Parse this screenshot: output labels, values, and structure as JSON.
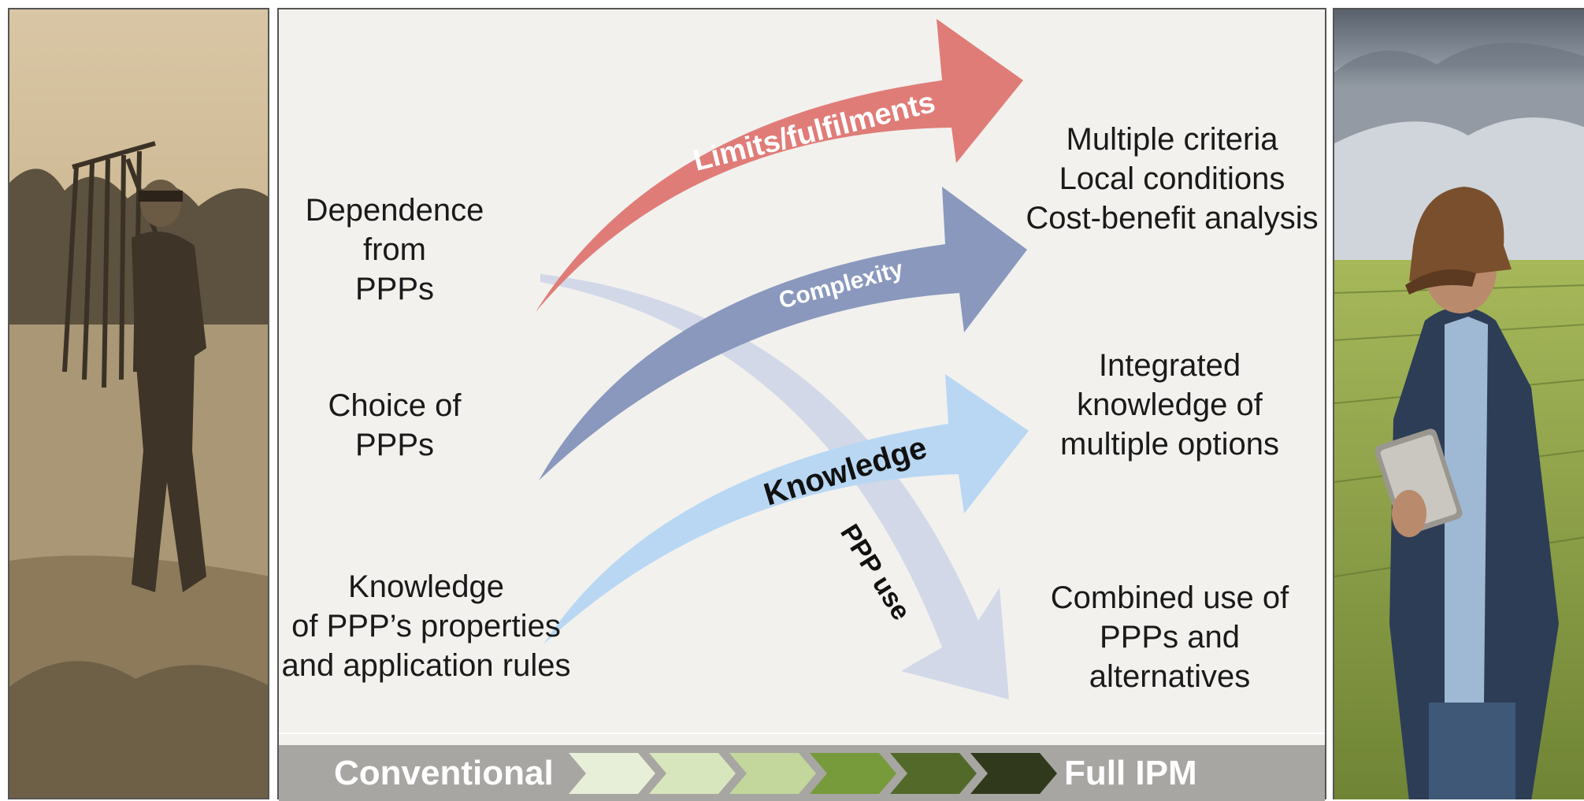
{
  "left_labels": {
    "dependence": "Dependence from\nPPPs",
    "choice": "Choice of\nPPPs",
    "knowledge": "Knowledge\nof PPP’s properties\nand application rules"
  },
  "right_labels": {
    "criteria": "Multiple criteria\nLocal conditions\nCost-benefit analysis",
    "integrated": "Integrated\nknowledge of\nmultiple options",
    "combined": "Combined use of\nPPPs and\nalternatives"
  },
  "arrows": {
    "limits": "Limits/fulfilments",
    "complexity": "Complexity",
    "knowledge": "Knowledge",
    "ppp_use": "PPP use"
  },
  "scale": {
    "start": "Conventional",
    "end": "Full IPM",
    "step_colors": [
      "#e8efd9",
      "#d8e6bd",
      "#c3d79c",
      "#779a3a",
      "#52692a",
      "#30391b"
    ]
  },
  "colors": {
    "limits_arrow": "#e07c78",
    "complexity_arrow": "#8a98bd",
    "knowledge_arrow": "#b9d7f3",
    "ppp_use_arrow": "#ccd3e6"
  }
}
